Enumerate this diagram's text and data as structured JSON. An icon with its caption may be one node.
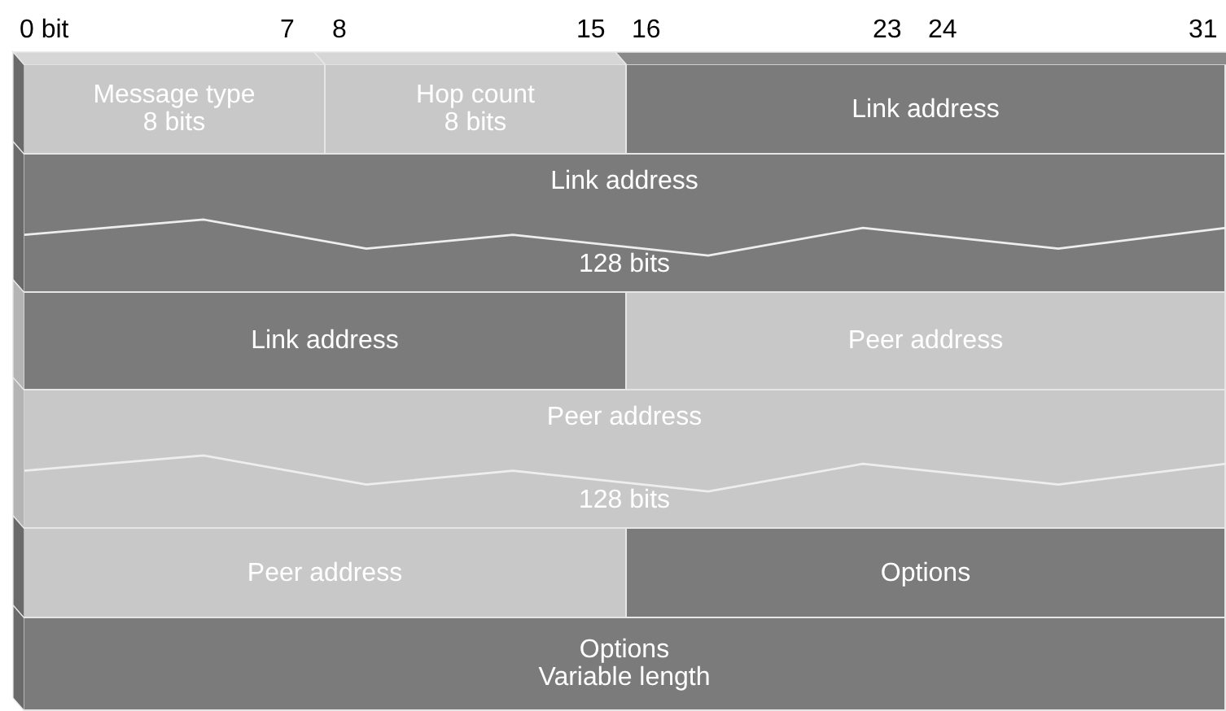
{
  "diagram": {
    "nodes": [
      {
        "text": [
          "Message type",
          "8 bits"
        ]
      },
      {
        "text": [
          "Hop count",
          "8 bits"
        ]
      },
      {
        "text": [
          "Link address"
        ]
      },
      {
        "text": [
          "Link address",
          "128 bits"
        ]
      },
      {
        "text": [
          "Link address"
        ]
      },
      {
        "text": [
          "Peer address"
        ]
      },
      {
        "text": [
          "Peer address",
          "128 bits"
        ]
      },
      {
        "text": [
          "Peer address"
        ]
      },
      {
        "text": [
          "Options"
        ]
      },
      {
        "text": [
          "Options",
          "Variable length"
        ]
      }
    ],
    "labels": [
      "0 bit",
      "7",
      "8",
      "15",
      "16",
      "23",
      "24",
      "31"
    ]
  }
}
